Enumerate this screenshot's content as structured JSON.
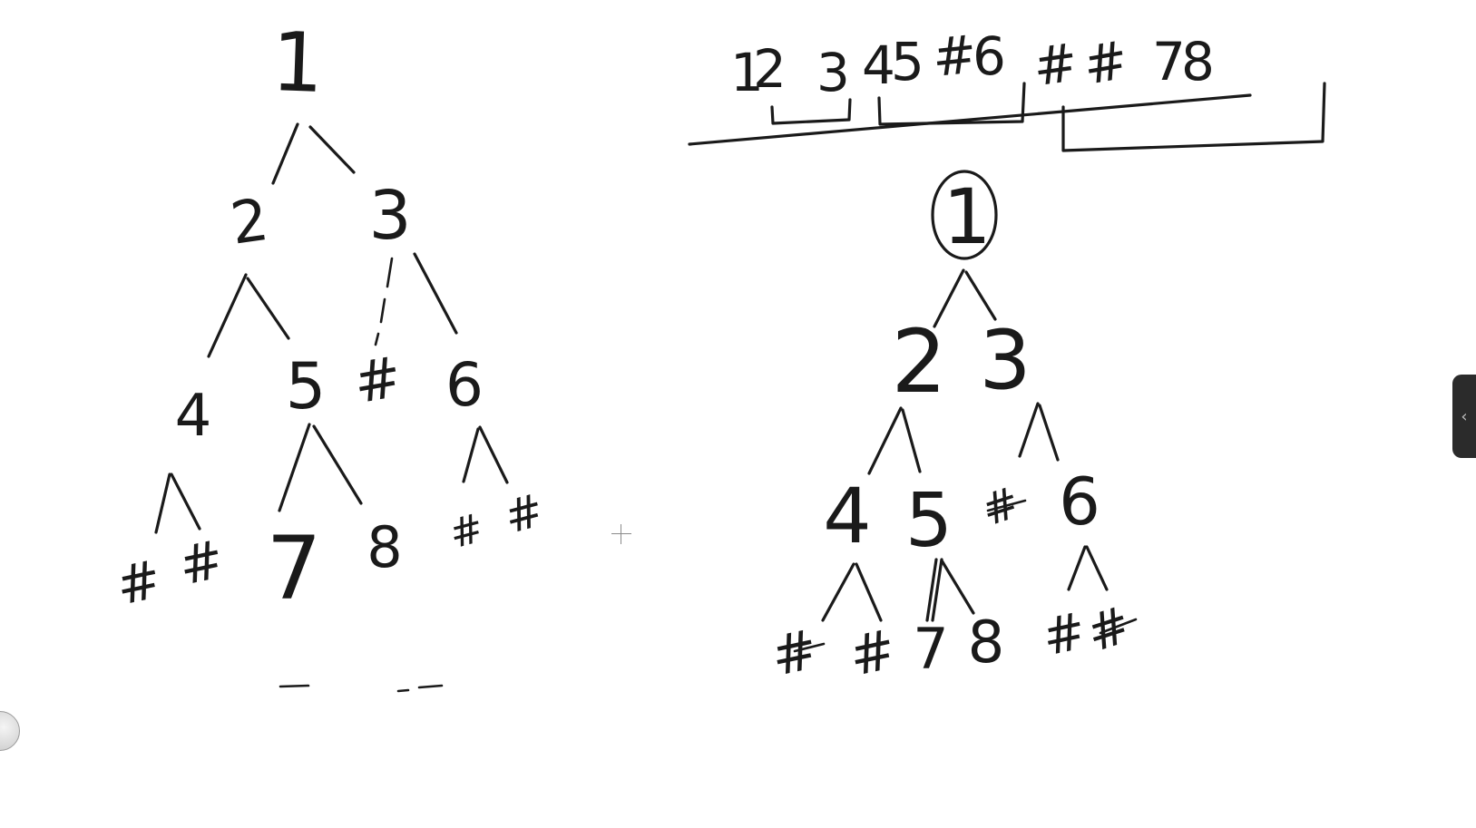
{
  "left_tree": {
    "nodes": [
      {
        "id": "n1",
        "text": "1"
      },
      {
        "id": "n2",
        "text": "2"
      },
      {
        "id": "n3",
        "text": "3"
      },
      {
        "id": "n4",
        "text": "4"
      },
      {
        "id": "n5",
        "text": "5"
      },
      {
        "id": "n3_left_null",
        "text": "#"
      },
      {
        "id": "n6",
        "text": "6"
      },
      {
        "id": "n4_left_null",
        "text": "#"
      },
      {
        "id": "n4_right_null",
        "text": "#"
      },
      {
        "id": "n7",
        "text": "7"
      },
      {
        "id": "n8",
        "text": "8"
      },
      {
        "id": "n6_left_null",
        "text": "#"
      },
      {
        "id": "n6_right_null",
        "text": "#"
      }
    ]
  },
  "serialized_sequence": {
    "tokens": [
      "1",
      "2",
      "3",
      "4",
      "5",
      "#",
      "6",
      "#",
      "#",
      "7",
      "8"
    ]
  },
  "right_tree": {
    "nodes": [
      {
        "id": "r1",
        "text": "1",
        "circled": true
      },
      {
        "id": "r2",
        "text": "2"
      },
      {
        "id": "r3",
        "text": "3"
      },
      {
        "id": "r4",
        "text": "4"
      },
      {
        "id": "r5",
        "text": "5"
      },
      {
        "id": "r3_left_null",
        "text": "#"
      },
      {
        "id": "r6",
        "text": "6"
      },
      {
        "id": "r4_left_null",
        "text": "#"
      },
      {
        "id": "r4_right_null",
        "text": "#"
      },
      {
        "id": "r7",
        "text": "7"
      },
      {
        "id": "r8",
        "text": "8"
      },
      {
        "id": "r6_left_null",
        "text": "#"
      },
      {
        "id": "r6_right_null",
        "text": "#"
      }
    ]
  },
  "ui": {
    "side_tab_icon": "chevron-left-icon",
    "side_tab_glyph": "‹",
    "floating_button_icon": "assistive-ball-icon",
    "cursor_icon": "crosshair-icon"
  }
}
